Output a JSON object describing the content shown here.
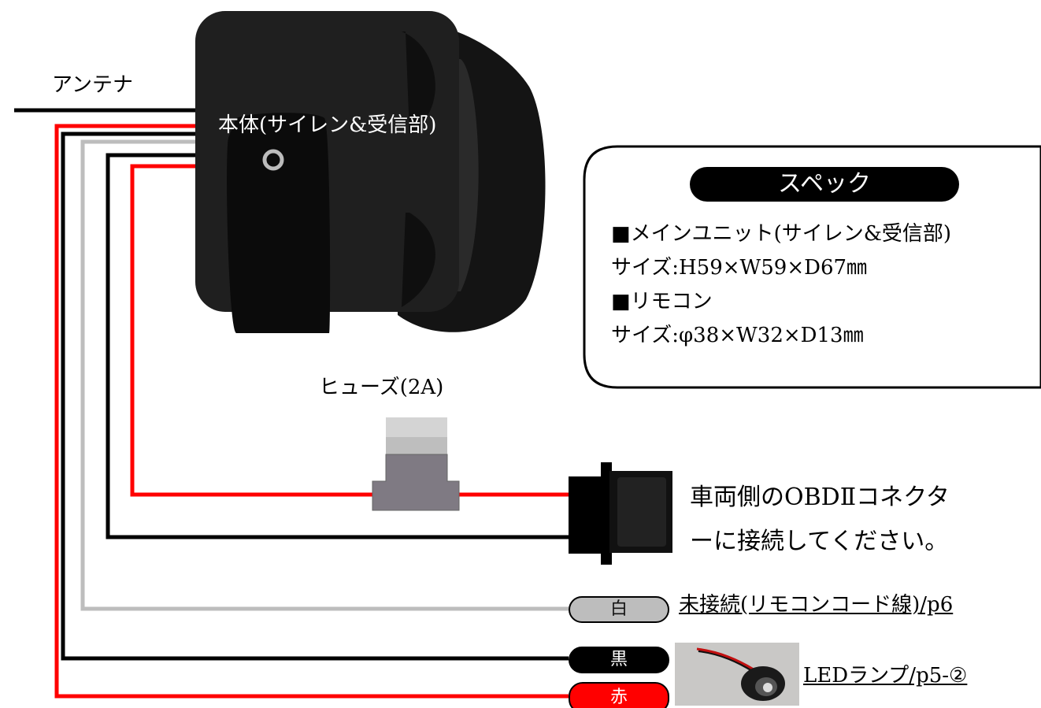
{
  "antenna_label": "アンテナ",
  "unit_label": "本体(サイレン&受信部)",
  "fuse_label": "ヒューズ(2A)",
  "obd_label_lines": [
    "車両側のOBDⅡコネクタ",
    "ーに接続してください。"
  ],
  "spec": {
    "title": "スペック",
    "lines": [
      "■メインユニット(サイレン&受信部)",
      "サイズ:H59×W59×D67㎜",
      "■リモコン",
      "サイズ:φ38×W32×D13㎜"
    ]
  },
  "wires": [
    {
      "tag": "白",
      "color": "#bdbdbd",
      "destination": "未接続(リモコンコード線)/p6"
    },
    {
      "tag": "黒",
      "color": "#000000",
      "destination": "LEDランプ/p5-②"
    },
    {
      "tag": "赤",
      "color": "#ff0000",
      "destination": ""
    }
  ],
  "colors": {
    "red_wire": "#ff0000",
    "black_wire": "#000000",
    "white_wire": "#bdbdbd",
    "fuse": "#7f7a83",
    "unit_body": "#1f1f1f"
  }
}
